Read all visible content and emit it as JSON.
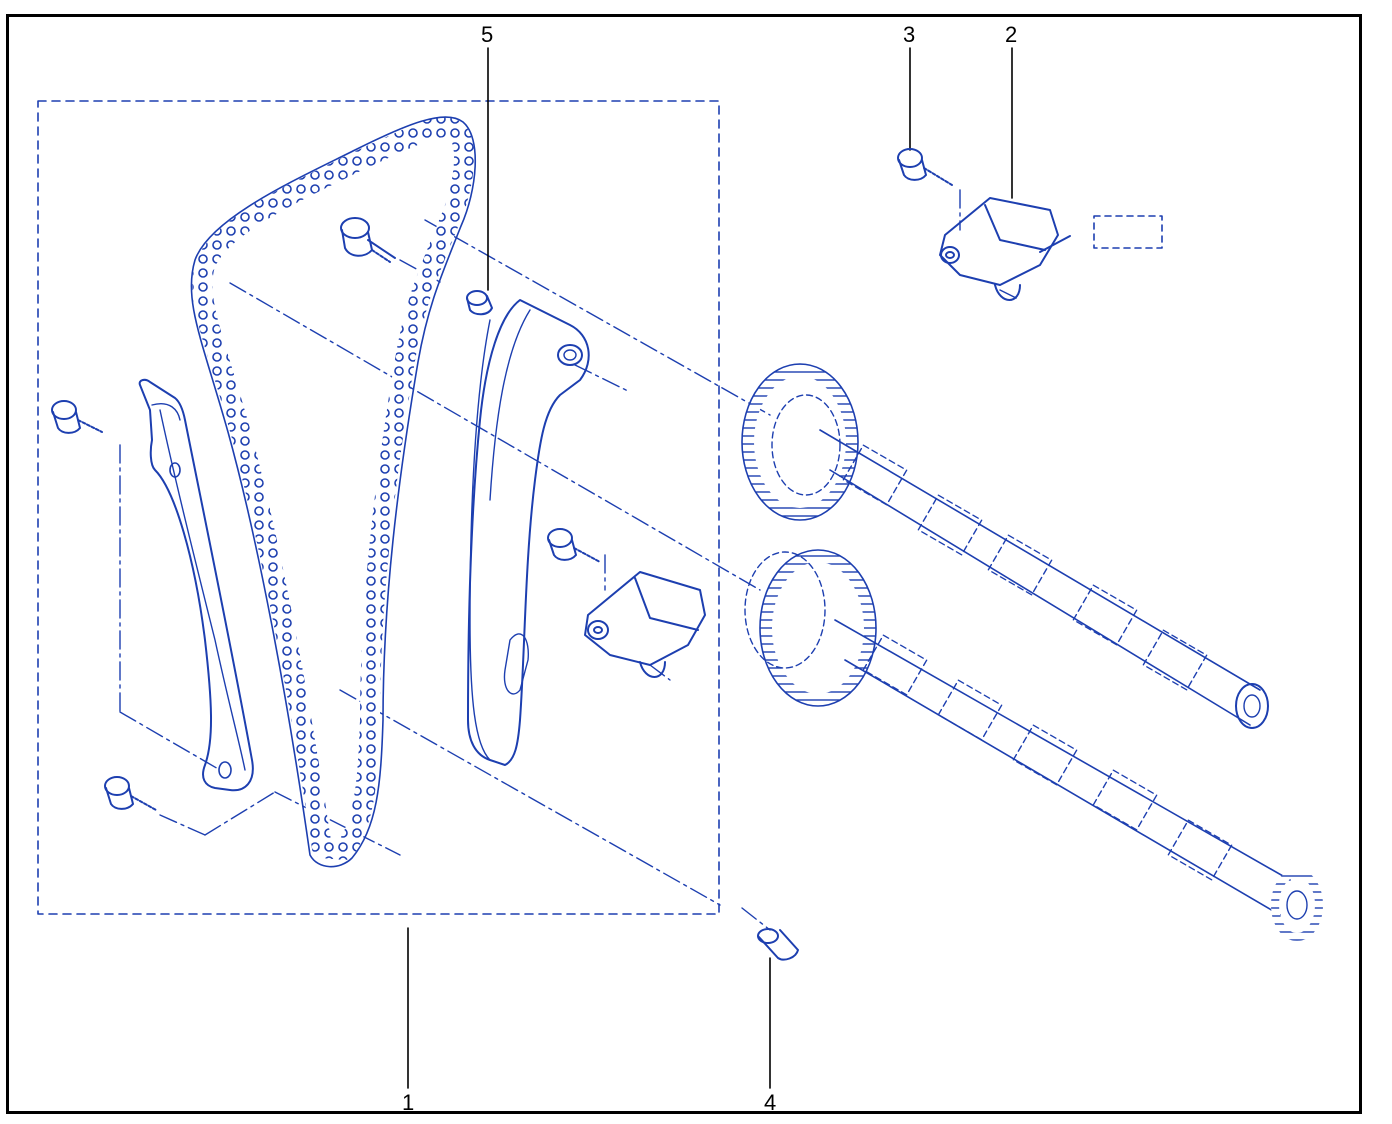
{
  "colors": {
    "line": "#1d3fb0",
    "frame": "#000000",
    "background": "#ffffff"
  },
  "callouts": {
    "c1": "1",
    "c2": "2",
    "c3": "3",
    "c4": "4",
    "c5": "5"
  }
}
